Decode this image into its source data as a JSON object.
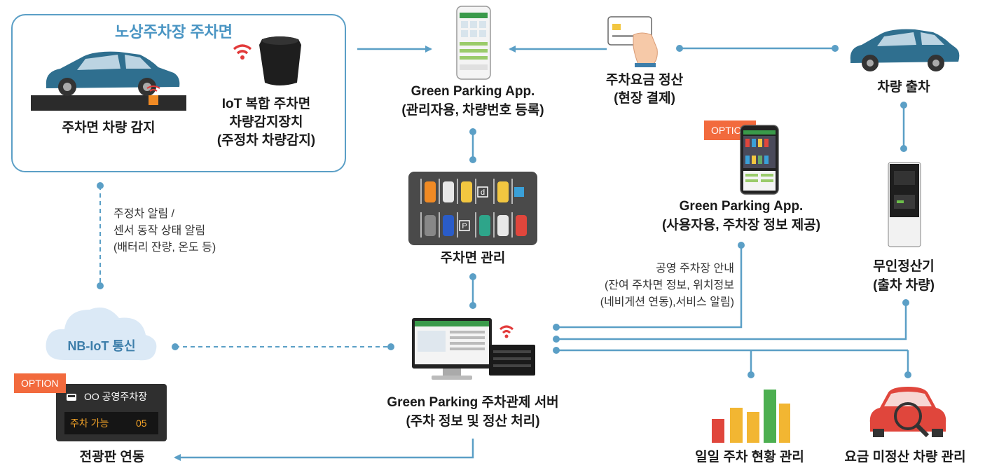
{
  "group": {
    "title": "노상주차장 주차면"
  },
  "nodes": {
    "vehicle_detect": {
      "label": "주차면 차량 감지"
    },
    "iot_sensor": {
      "line1": "IoT 복합 주차면",
      "line2": "차량감지장치",
      "line3": "(주정차 차량감지)"
    },
    "admin_app": {
      "line1": "Green Parking App.",
      "line2": "(관리자용, 차량번호 등록)"
    },
    "payment": {
      "line1": "주차요금 정산",
      "line2": "(현장 결제)"
    },
    "exit": {
      "label": "차량 출차"
    },
    "user_app": {
      "badge": "OPTION",
      "line1": "Green Parking App.",
      "line2": "(사용자용, 주차장 정보 제공)"
    },
    "lot_mgmt": {
      "label": "주차면 관리"
    },
    "kiosk": {
      "line1": "무인정산기",
      "line2": "(출차 차량)"
    },
    "nbiot": {
      "label": "NB-IoT 통신"
    },
    "server": {
      "line1": "Green Parking 주차관제 서버",
      "line2": "(주차 정보 및 정산 처리)"
    },
    "signboard": {
      "badge": "OPTION",
      "name": "OO 공영주차장",
      "status": "주차 가능",
      "count": "05",
      "label": "전광판 연동"
    },
    "daily": {
      "label": "일일 주차 현황 관리"
    },
    "unpaid": {
      "label": "요금 미정산 차량 관리"
    }
  },
  "notes": {
    "sensor_alert": {
      "line1": "주정차 알림 /",
      "line2": "센서 동작 상태 알림",
      "line3": "(배터리 잔량, 온도 등)"
    },
    "public_guide": {
      "line1": "공영 주차장 안내",
      "line2": "(잔여 주차면 정보, 위치정보",
      "line3": "(네비게션 연동),서비스 알림)"
    }
  },
  "colors": {
    "line": "#5b9fc6",
    "accent": "#4a95c3",
    "option": "#f26a3d",
    "wifi": "#e23a3a"
  }
}
